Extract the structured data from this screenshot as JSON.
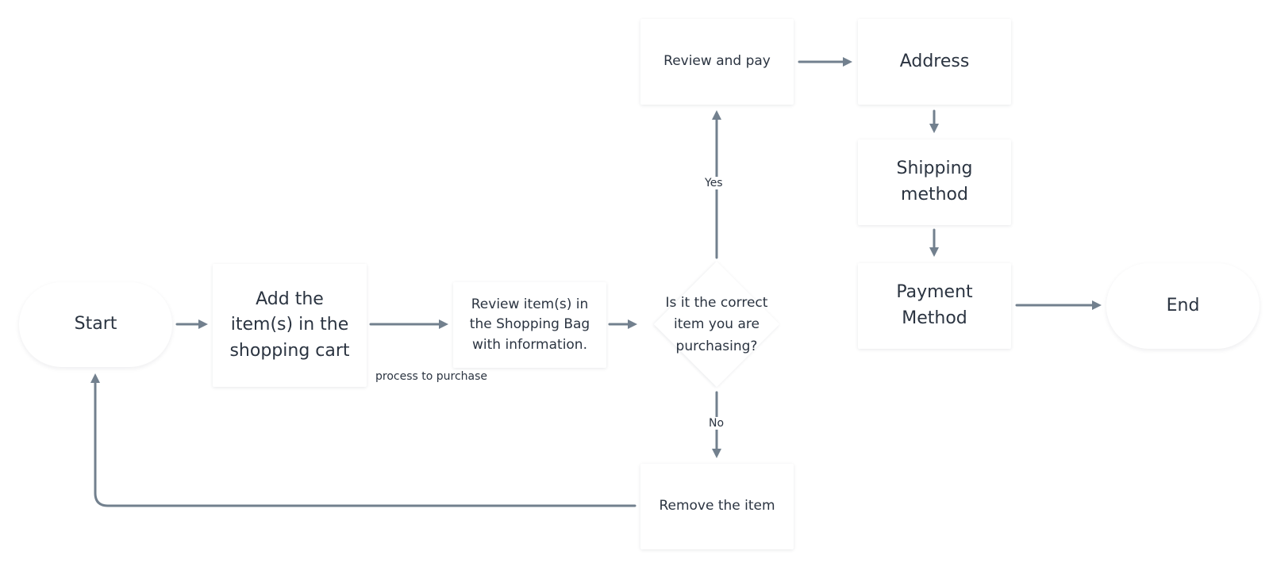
{
  "diagram": {
    "nodes": {
      "start": {
        "label": "Start"
      },
      "add_to_cart": {
        "label": "Add the item(s) in the shopping cart"
      },
      "review_bag": {
        "label": "Review item(s) in the Shopping Bag with information."
      },
      "decision": {
        "label": "Is it the correct item you are purchasing?"
      },
      "review_pay": {
        "label": "Review and pay"
      },
      "address": {
        "label": "Address"
      },
      "shipping": {
        "label": "Shipping method"
      },
      "payment": {
        "label": "Payment Method"
      },
      "remove": {
        "label": "Remove the item"
      },
      "end": {
        "label": "End"
      }
    },
    "edges": {
      "process_label": "process to purchase",
      "yes_label": "Yes",
      "no_label": "No"
    }
  },
  "colors": {
    "connector": "#72808e",
    "text": "#2b3441",
    "node_fill": "#ffffff"
  }
}
